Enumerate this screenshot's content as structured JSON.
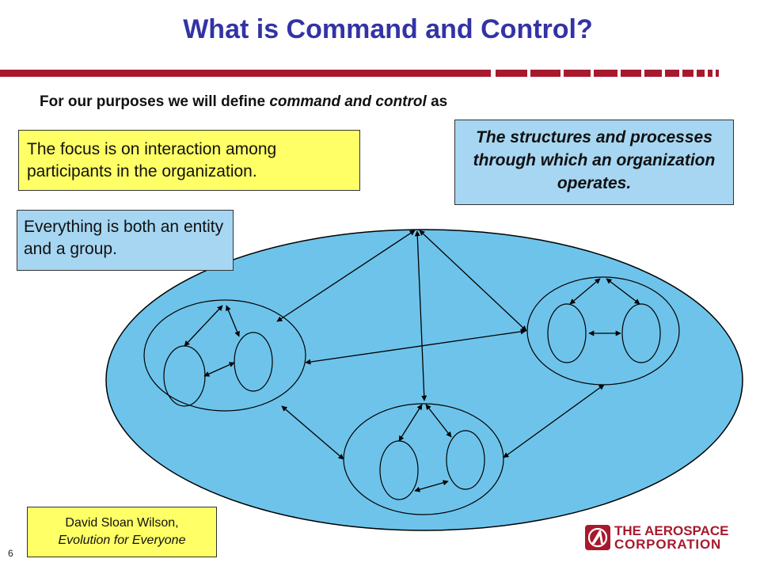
{
  "slide": {
    "title": "What is Command and Control?",
    "intro_prefix": "For our purposes we will define ",
    "intro_term": "command and control",
    "intro_suffix": " as",
    "page_number": "6"
  },
  "boxes": {
    "focus": "The focus is on interaction among participants in the organization.",
    "structures": "The structures and processes through which an organization operates.",
    "entity_group": "Everything is both an entity and a group.",
    "citation_author": "David Sloan Wilson,",
    "citation_work": "Evolution for Everyone"
  },
  "logo": {
    "line1": "THE AEROSPACE",
    "line2": "CORPORATION",
    "brand_color": "#a8192e"
  },
  "colors": {
    "title": "#3333a6",
    "rule": "#a8192e",
    "big_ellipse": "#6ec3ea",
    "yellow_box": "#ffff66",
    "blue_box": "#a6d6f2"
  }
}
